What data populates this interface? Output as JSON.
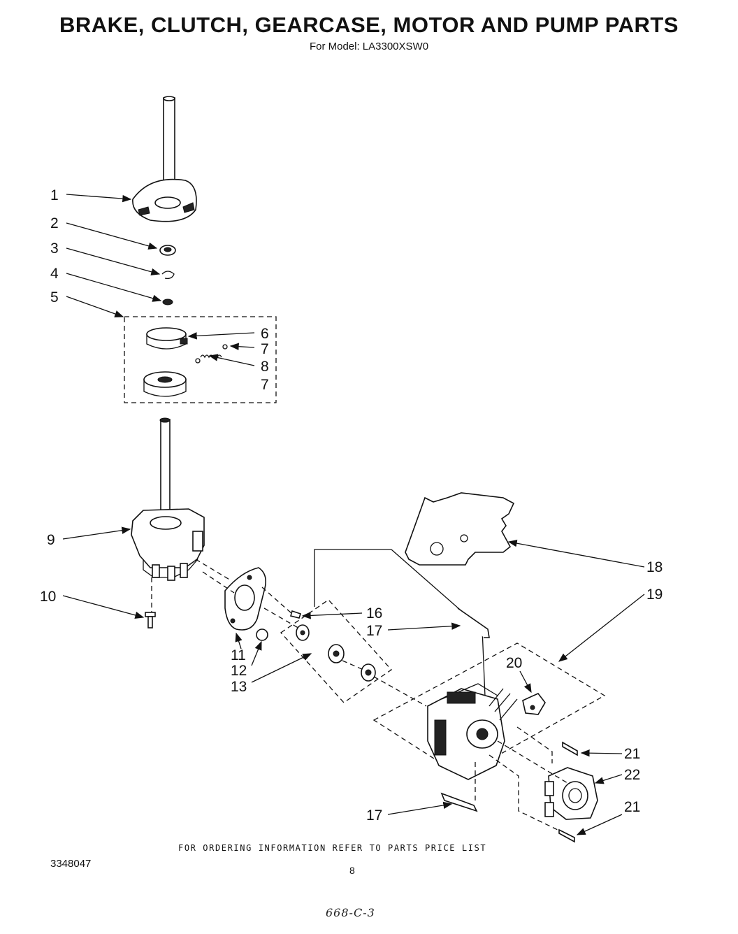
{
  "title": "BRAKE, CLUTCH, GEARCASE, MOTOR AND PUMP PARTS",
  "subtitle": "For Model: LA3300XSW0",
  "callouts": {
    "c1": "1",
    "c2": "2",
    "c3": "3",
    "c4": "4",
    "c5": "5",
    "c6": "6",
    "c7a": "7",
    "c8": "8",
    "c7b": "7",
    "c9": "9",
    "c10": "10",
    "c11": "11",
    "c12": "12",
    "c13": "13",
    "c16": "16",
    "c17a": "17",
    "c18": "18",
    "c19": "19",
    "c20": "20",
    "c21a": "21",
    "c22": "22",
    "c21b": "21",
    "c17b": "17"
  },
  "footer_note": "FOR ORDERING INFORMATION REFER TO PARTS PRICE LIST",
  "doc_number": "3348047",
  "page_number": "8",
  "handwritten_code": "668-C-3"
}
